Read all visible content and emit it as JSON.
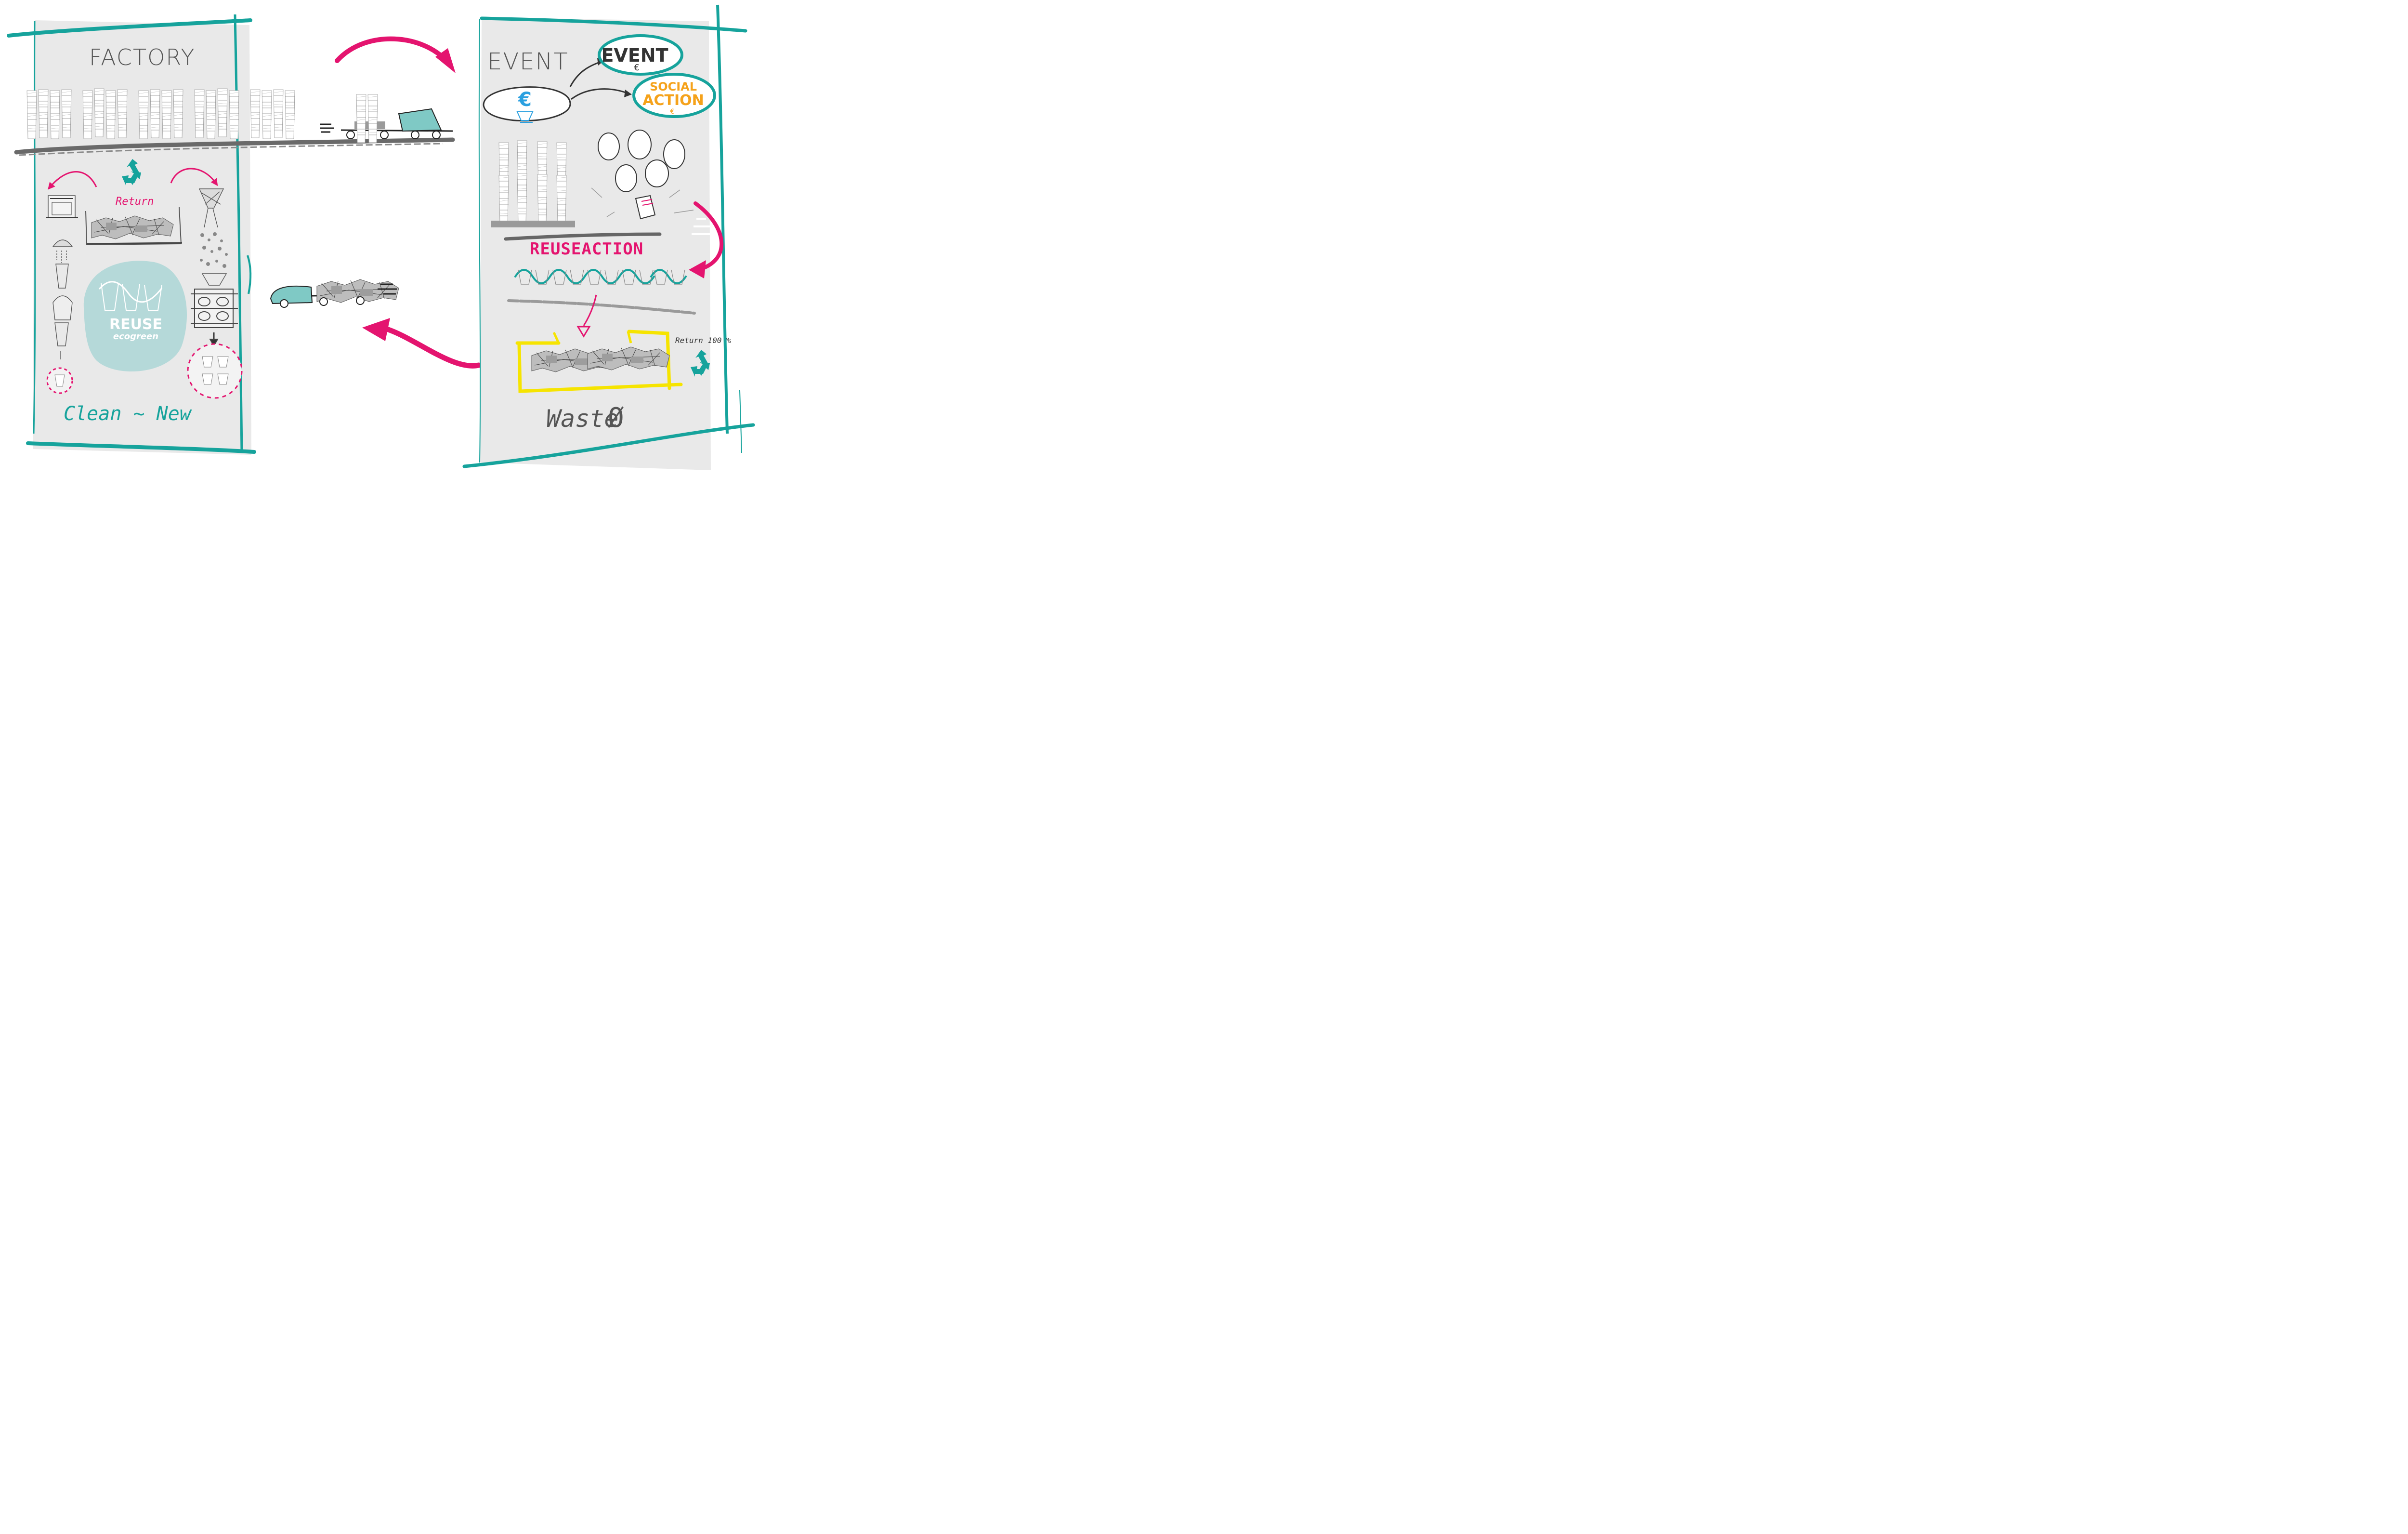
{
  "colors": {
    "teal": "#16a39c",
    "magenta": "#e4146f",
    "panel_gray": "#e9e9e9",
    "ink": "#333333",
    "yellow": "#f6e400",
    "orange": "#f5a21b",
    "blue": "#2aa0e0",
    "logo_bg": "#b5d9d9"
  },
  "factory": {
    "title": "FACTORY",
    "return_label": "Return",
    "clean_new": "Clean ~ New",
    "logo": {
      "word": "REUSE",
      "sub": "ecogreen"
    },
    "recycle_icon": "recycle-icon"
  },
  "event": {
    "title": "EVENT",
    "money_symbol": "€",
    "event_bubble": {
      "label": "EVENT",
      "symbol": "€"
    },
    "social_bubble": {
      "line1": "SOCIAL",
      "line2": "ACTION",
      "symbol": "€"
    },
    "reuse_action": "REUSEACTION",
    "return_pct": "Return 100 %",
    "waste": "Waste",
    "waste_symbol": "Ø",
    "recycle_icon": "recycle-icon"
  }
}
